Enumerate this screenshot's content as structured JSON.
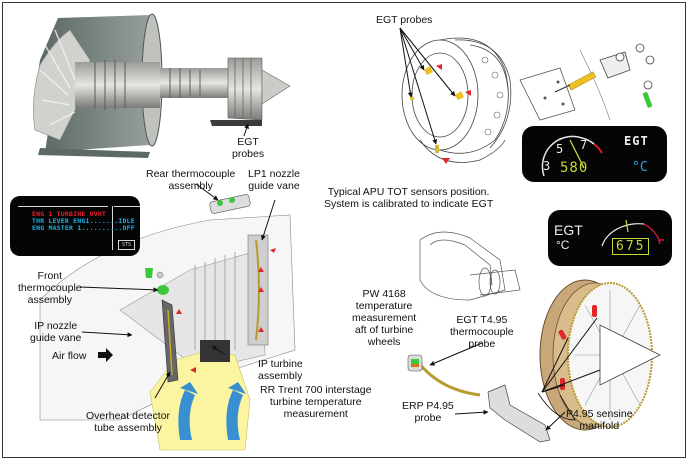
{
  "figure": {
    "labels": {
      "egt_probes_engine": "EGT\nprobes",
      "egt_probes_apu": "EGT probes",
      "apu_caption_line1": "Typical APU TOT sensors position.",
      "apu_caption_line2": "System is calibrated to indicate EGT",
      "rear_thermocouple_line1": "Rear thermocouple",
      "rear_thermocouple_line2": "assembly",
      "lp1_nozzle_line1": "LP1 nozzle",
      "lp1_nozzle_line2": "guide vane",
      "front_thermocouple_line1": "Front",
      "front_thermocouple_line2": "thermocouple",
      "front_thermocouple_line3": "assembly",
      "ip_nozzle_line1": "IP nozzle",
      "ip_nozzle_line2": "guide vane",
      "air_flow": "Air flow",
      "overheat_line1": "Overheat detector",
      "overheat_line2": "tube assembly",
      "ip_turbine_line1": "IP turbine",
      "ip_turbine_line2": "assembly",
      "rr_trent_line1": "RR Trent 700 interstage",
      "rr_trent_line2": "turbine temperature",
      "rr_trent_line3": "measurement",
      "pw_line1": "PW 4168",
      "pw_line2": "temperature",
      "pw_line3": "measurement",
      "pw_line4": "aft of turbine",
      "pw_line5": "wheels",
      "egt_t495_line1": "EGT T4.95",
      "egt_t495_line2": "thermocouple",
      "egt_t495_line3": "probe",
      "erp_line1": "ERP P4.95",
      "erp_line2": "probe",
      "p495_line1": "P4.95 sensine",
      "p495_line2": "manifold"
    },
    "ecam_display": {
      "line1": "ENG 1 TURBINE OVHT",
      "line2": "THR LEVER ENG1.......IDLE",
      "line3": "ENG MASTER 1..........OFF",
      "button": "STS",
      "colors": {
        "warning": "#e8202a",
        "action": "#1ab4e8",
        "frame": "#d8d8d8"
      }
    },
    "egt_gauge_1": {
      "title": "EGT",
      "unit": "°C",
      "value": "580",
      "scale_labels": [
        "3",
        "5",
        "7"
      ],
      "colors": {
        "value": "#c8d83a",
        "unit": "#2aa8e8",
        "redline": "#d82020"
      }
    },
    "egt_gauge_2": {
      "title": "EGT",
      "unit": "°C",
      "value": "675",
      "colors": {
        "value": "#c8d83a",
        "unit": "#2aa8e8",
        "redline": "#c81a3a"
      }
    },
    "colors": {
      "flow_arrow": "#3a8fd0",
      "gas_path": "#fbf4a0",
      "thermocouple": "#3cc83c",
      "probe_marker": "#f0c020",
      "red_marker": "#e0282a",
      "rotor_tan": "#c8a878"
    }
  }
}
